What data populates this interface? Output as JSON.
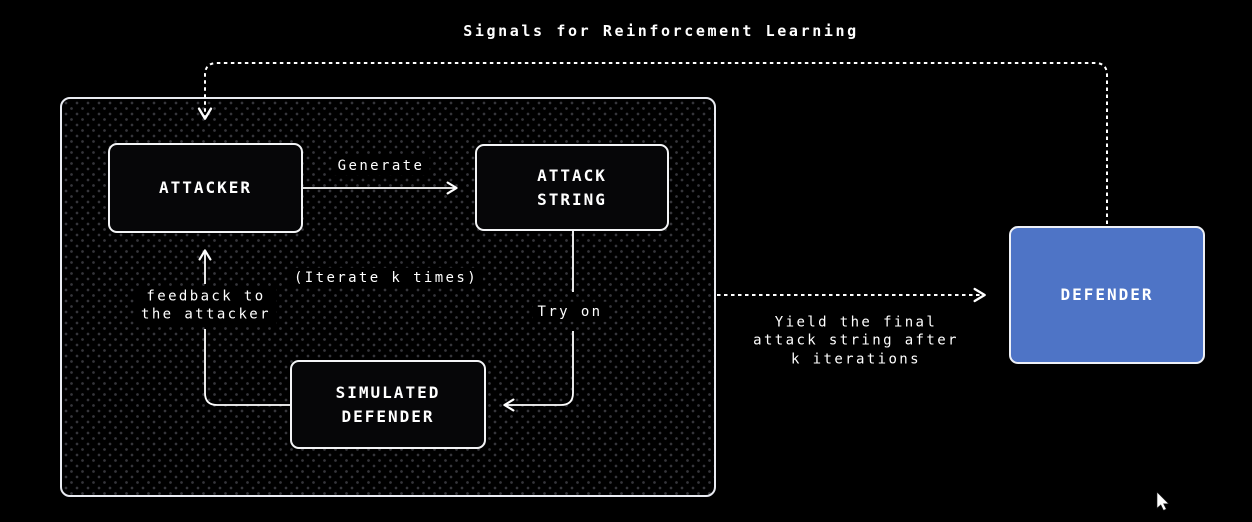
{
  "title": "Signals for Reinforcement Learning",
  "colors": {
    "background": "#000000",
    "line": "#ffffff",
    "text": "#ffffff",
    "container_dot": "#36363b",
    "node_fill": "#060608",
    "node_border": "#f3f4f6",
    "defender_fill": "#4e74c6"
  },
  "nodes": {
    "attacker": {
      "label": "ATTACKER"
    },
    "attack_string": {
      "label": "ATTACK\nSTRING"
    },
    "simulated_defender": {
      "label": "SIMULATED\nDEFENDER"
    },
    "defender": {
      "label": "DEFENDER"
    }
  },
  "edges": {
    "generate": {
      "label": "Generate"
    },
    "iterate_note": {
      "label": "(Iterate k times)"
    },
    "try_on": {
      "label": "Try on"
    },
    "feedback": {
      "label": "feedback to\nthe attacker"
    },
    "yield_final": {
      "label": "Yield the final\nattack string after\nk iterations"
    }
  }
}
